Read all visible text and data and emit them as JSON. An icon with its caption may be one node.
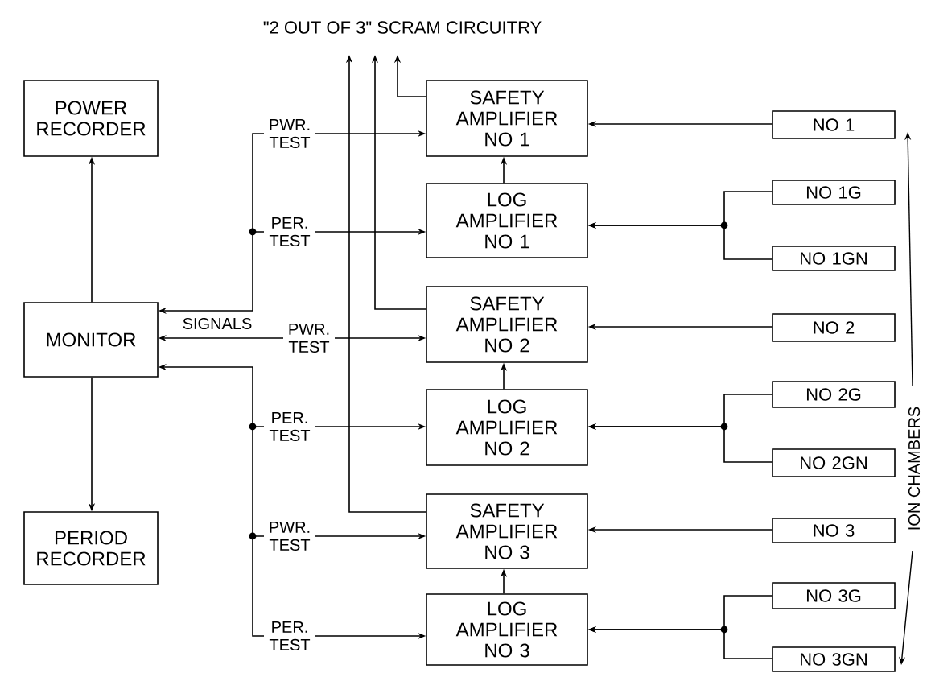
{
  "diagram": {
    "nodes": [
      {
        "text": [
          "\"2 OUT OF 3\" SCRAM CIRCUITRY"
        ]
      },
      {
        "text": [
          "POWER RECORDER"
        ]
      },
      {
        "text": [
          "MONITOR"
        ]
      },
      {
        "text": [
          "PERIOD RECORDER"
        ]
      },
      {
        "text": [
          "SAFETY AMPLIFIER NO 1"
        ]
      },
      {
        "text": [
          "LOG AMPLIFIER NO 1"
        ]
      },
      {
        "text": [
          "SAFETY AMPLIFIER NO 2"
        ]
      },
      {
        "text": [
          "LOG AMPLIFIER NO 2"
        ]
      },
      {
        "text": [
          "SAFETY AMPLIFIER NO 3"
        ]
      },
      {
        "text": [
          "LOG AMPLIFIER NO 3"
        ]
      },
      {
        "text": [
          "NO 1"
        ]
      },
      {
        "text": [
          "NO 1G"
        ]
      },
      {
        "text": [
          "NO 1GN"
        ]
      },
      {
        "text": [
          "NO 2"
        ]
      },
      {
        "text": [
          "NO 2G"
        ]
      },
      {
        "text": [
          "NO 2GN"
        ]
      },
      {
        "text": [
          "NO 3"
        ]
      },
      {
        "text": [
          "NO 3G"
        ]
      },
      {
        "text": [
          "NO 3GN"
        ]
      }
    ],
    "edges": [
      {
        "from": 2,
        "to": 1,
        "arrow": "to"
      },
      {
        "from": 2,
        "to": 3,
        "arrow": "to"
      },
      {
        "from": 2,
        "to": 4,
        "arrow": "both",
        "label": "PWR. TEST"
      },
      {
        "from": 2,
        "to": 5,
        "arrow": "both",
        "label": "PER. TEST"
      },
      {
        "from": 2,
        "to": 6,
        "arrow": "both",
        "label": "PWR. TEST"
      },
      {
        "from": 2,
        "to": 7,
        "arrow": "both",
        "label": "PER. TEST"
      },
      {
        "from": 2,
        "to": 8,
        "arrow": "both",
        "label": "PWR. TEST"
      },
      {
        "from": 2,
        "to": 9,
        "arrow": "both",
        "label": "PER. TEST"
      },
      {
        "from": 5,
        "to": 4,
        "arrow": "to"
      },
      {
        "from": 7,
        "to": 6,
        "arrow": "to"
      },
      {
        "from": 9,
        "to": 8,
        "arrow": "to"
      },
      {
        "from": 4,
        "to": 0,
        "arrow": "to"
      },
      {
        "from": 6,
        "to": 0,
        "arrow": "to"
      },
      {
        "from": 8,
        "to": 0,
        "arrow": "to"
      },
      {
        "from": 10,
        "to": 4,
        "arrow": "to"
      },
      {
        "from": 11,
        "to": 5,
        "arrow": "to"
      },
      {
        "from": 12,
        "to": 5,
        "arrow": "to"
      },
      {
        "from": 13,
        "to": 6,
        "arrow": "to"
      },
      {
        "from": 14,
        "to": 7,
        "arrow": "to"
      },
      {
        "from": 15,
        "to": 7,
        "arrow": "to"
      },
      {
        "from": 16,
        "to": 8,
        "arrow": "to"
      },
      {
        "from": 17,
        "to": 9,
        "arrow": "to"
      },
      {
        "from": 18,
        "to": 9,
        "arrow": "to"
      }
    ],
    "labels": [
      "SIGNALS",
      "ION CHAMBERS"
    ]
  }
}
